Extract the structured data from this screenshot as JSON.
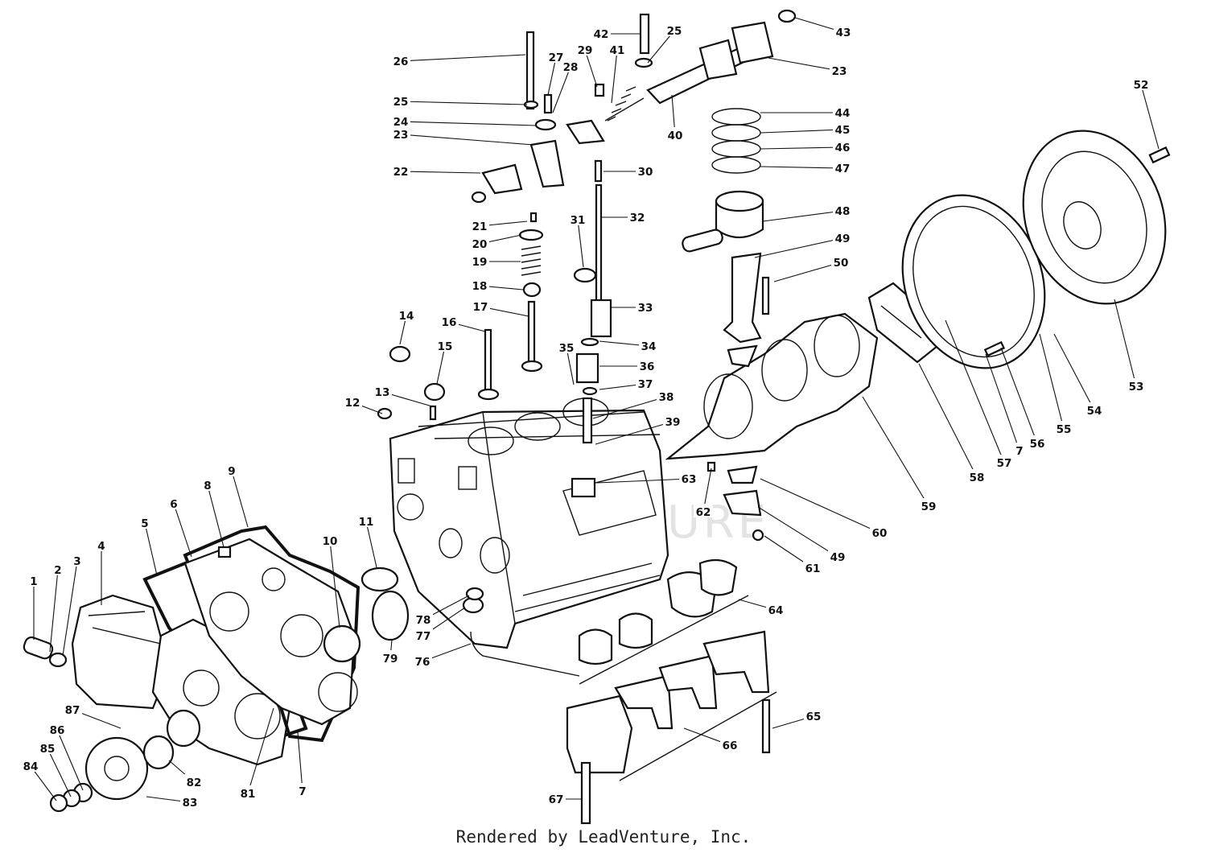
{
  "watermark": "LEADVENTURE",
  "footer": "Rendered by LeadVenture, Inc.",
  "callouts": [
    {
      "n": "1"
    },
    {
      "n": "2"
    },
    {
      "n": "3"
    },
    {
      "n": "4"
    },
    {
      "n": "5"
    },
    {
      "n": "6"
    },
    {
      "n": "8"
    },
    {
      "n": "9"
    },
    {
      "n": "10"
    },
    {
      "n": "11"
    },
    {
      "n": "12"
    },
    {
      "n": "13"
    },
    {
      "n": "14"
    },
    {
      "n": "15"
    },
    {
      "n": "16"
    },
    {
      "n": "17"
    },
    {
      "n": "18"
    },
    {
      "n": "19"
    },
    {
      "n": "20"
    },
    {
      "n": "21"
    },
    {
      "n": "22"
    },
    {
      "n": "23"
    },
    {
      "n": "24"
    },
    {
      "n": "25"
    },
    {
      "n": "26"
    },
    {
      "n": "27"
    },
    {
      "n": "28"
    },
    {
      "n": "29"
    },
    {
      "n": "30"
    },
    {
      "n": "31"
    },
    {
      "n": "32"
    },
    {
      "n": "33"
    },
    {
      "n": "34"
    },
    {
      "n": "35"
    },
    {
      "n": "36"
    },
    {
      "n": "37"
    },
    {
      "n": "38"
    },
    {
      "n": "39"
    },
    {
      "n": "40"
    },
    {
      "n": "41"
    },
    {
      "n": "42"
    },
    {
      "n": "25"
    },
    {
      "n": "43"
    },
    {
      "n": "23"
    },
    {
      "n": "44"
    },
    {
      "n": "45"
    },
    {
      "n": "46"
    },
    {
      "n": "47"
    },
    {
      "n": "48"
    },
    {
      "n": "49"
    },
    {
      "n": "50"
    },
    {
      "n": "52"
    },
    {
      "n": "53"
    },
    {
      "n": "54"
    },
    {
      "n": "55"
    },
    {
      "n": "56"
    },
    {
      "n": "7"
    },
    {
      "n": "57"
    },
    {
      "n": "58"
    },
    {
      "n": "59"
    },
    {
      "n": "60"
    },
    {
      "n": "49"
    },
    {
      "n": "61"
    },
    {
      "n": "62"
    },
    {
      "n": "63"
    },
    {
      "n": "64"
    },
    {
      "n": "65"
    },
    {
      "n": "66"
    },
    {
      "n": "67"
    },
    {
      "n": "76"
    },
    {
      "n": "77"
    },
    {
      "n": "78"
    },
    {
      "n": "79"
    },
    {
      "n": "81"
    },
    {
      "n": "7"
    },
    {
      "n": "82"
    },
    {
      "n": "83"
    },
    {
      "n": "84"
    },
    {
      "n": "85"
    },
    {
      "n": "86"
    },
    {
      "n": "87"
    }
  ]
}
